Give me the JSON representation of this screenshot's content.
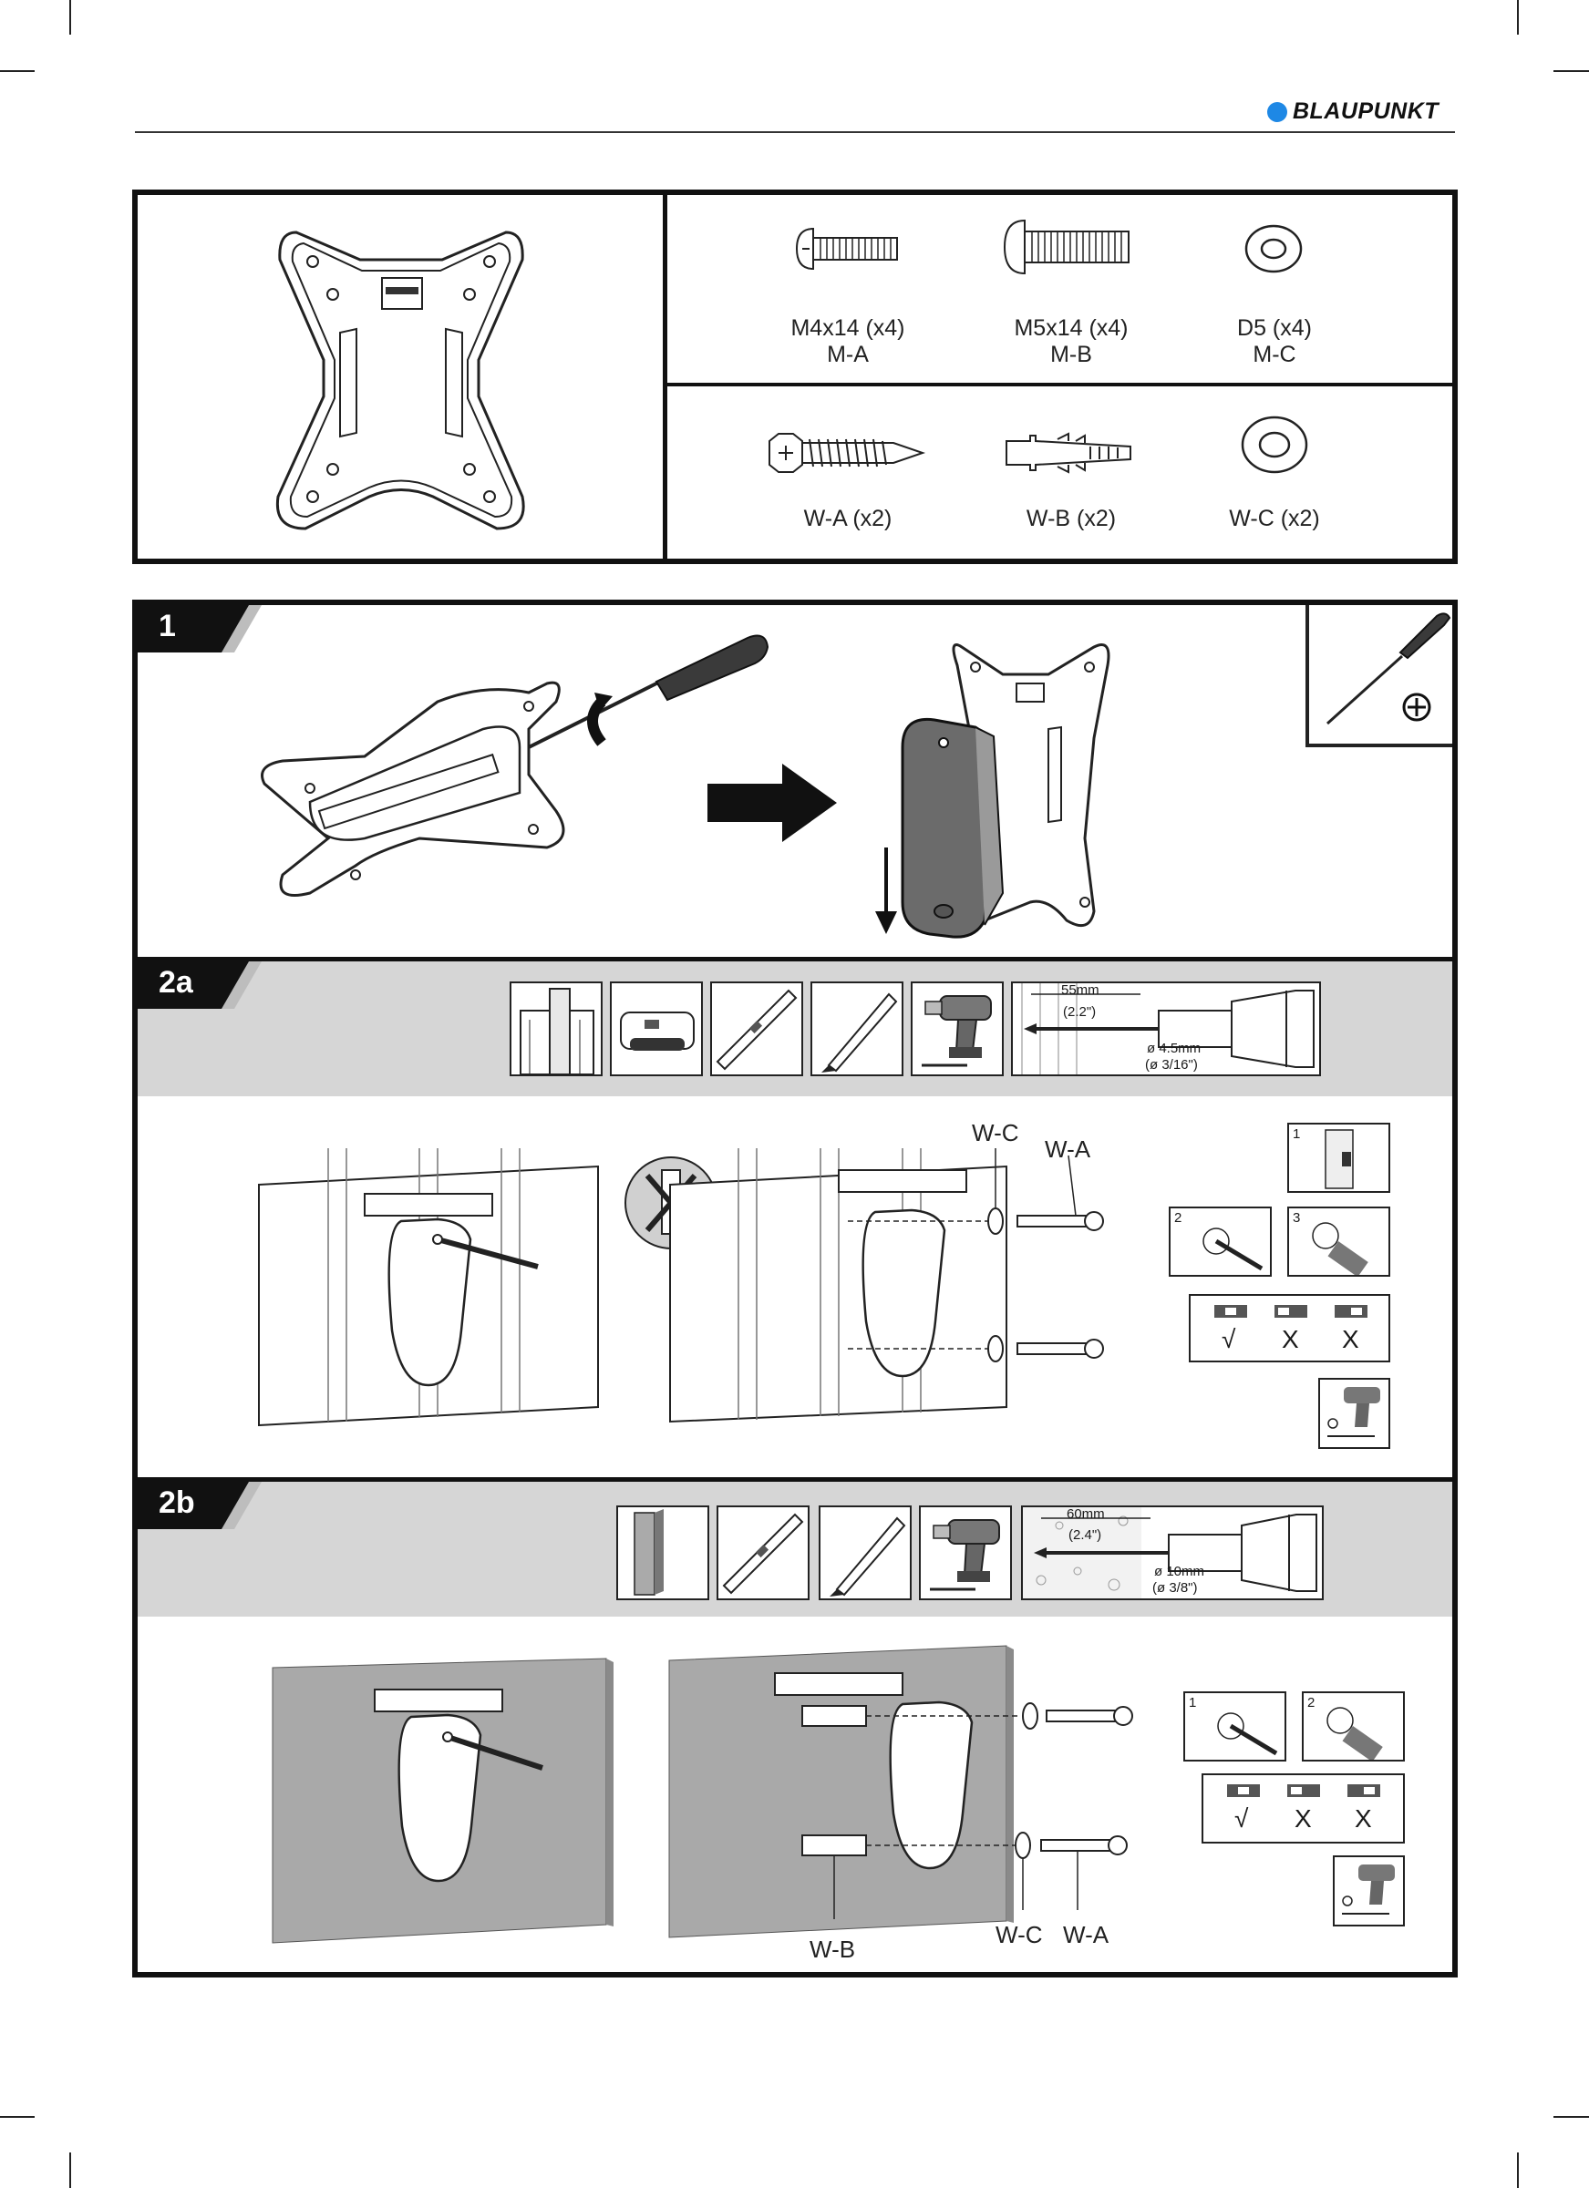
{
  "brand": {
    "name": "BLAUPUNKT",
    "dot_color": "#1e88e5"
  },
  "parts": {
    "row1": [
      {
        "label1": "M4x14 (x4)",
        "label2": "M-A"
      },
      {
        "label1": "M5x14 (x4)",
        "label2": "M-B"
      },
      {
        "label1": "D5 (x4)",
        "label2": "M-C"
      }
    ],
    "row2": [
      {
        "label": "W-A (x2)"
      },
      {
        "label": "W-B (x2)"
      },
      {
        "label": "W-C (x2)"
      }
    ]
  },
  "steps": {
    "s1": {
      "number": "1"
    },
    "s2a": {
      "number": "2a",
      "depth": "55mm",
      "depth_in": "(2.2\")",
      "bit": "ø 4.5mm",
      "bit_in": "(ø 3/16\")",
      "callout_wc": "W-C",
      "callout_wa": "W-A",
      "substeps": [
        "1",
        "2",
        "3"
      ],
      "level_marks": [
        "√",
        "X",
        "X"
      ]
    },
    "s2b": {
      "number": "2b",
      "depth": "60mm",
      "depth_in": "(2.4\")",
      "bit": "ø 10mm",
      "bit_in": "(ø 3/8\")",
      "callout_wb": "W-B",
      "callout_wc": "W-C",
      "callout_wa": "W-A",
      "substeps": [
        "1",
        "2"
      ],
      "level_marks": [
        "√",
        "X",
        "X"
      ]
    }
  },
  "colors": {
    "band": "#d6d6d6",
    "concrete": "#a9a9a9",
    "frame": "#111111"
  }
}
